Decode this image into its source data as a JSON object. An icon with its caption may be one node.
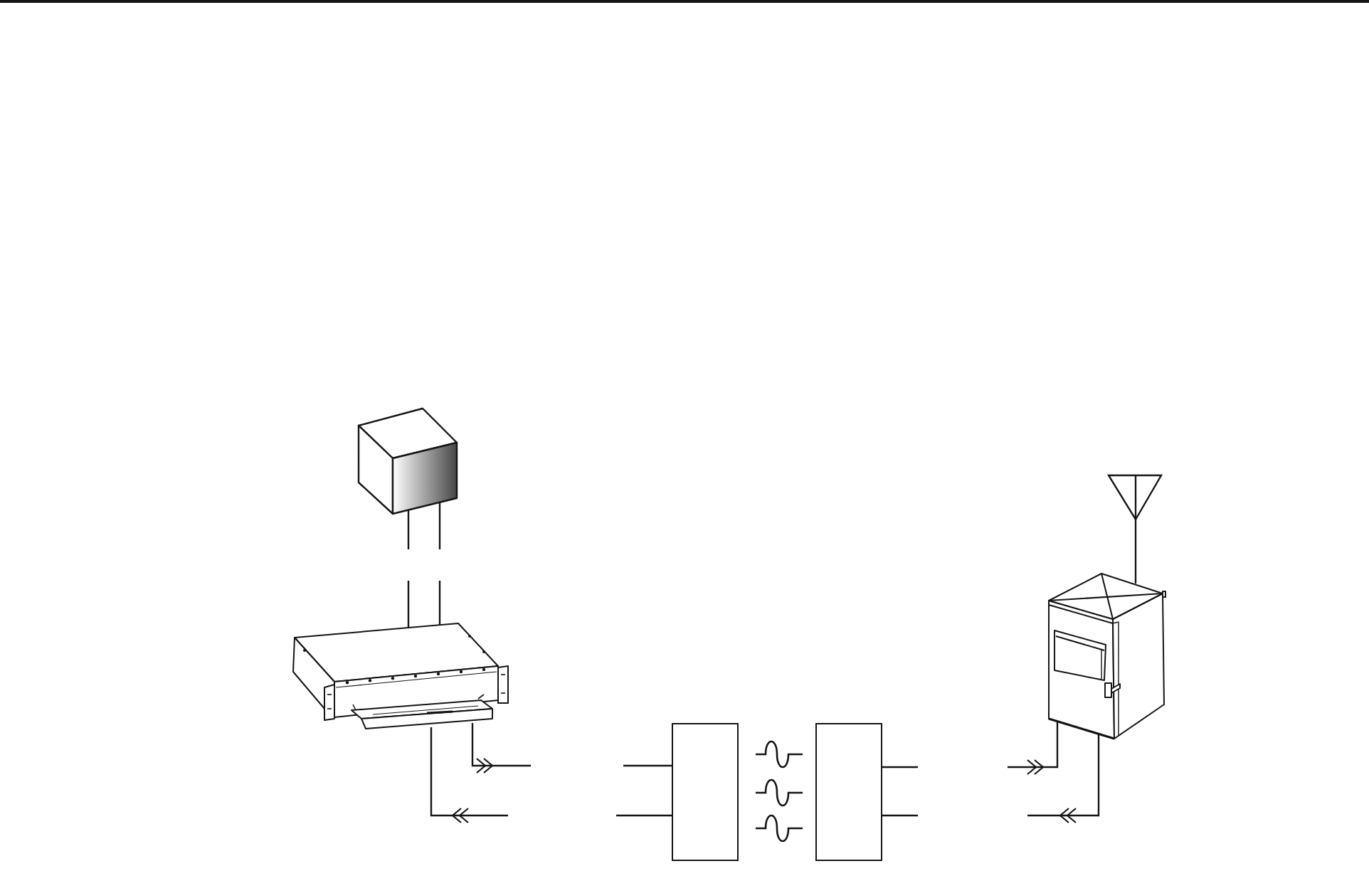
{
  "diagram": {
    "nodes": [
      {
        "text": [],
        "shape": "cube"
      },
      {
        "text": [],
        "shape": "picture"
      },
      {
        "text": [],
        "shape": "box"
      },
      {
        "text": [],
        "shape": "box"
      },
      {
        "text": [],
        "shape": "antenna"
      },
      {
        "text": [],
        "shape": "picture"
      }
    ],
    "edges": [
      {
        "from": 0,
        "to": 1,
        "arrow": "none",
        "style": "dashed"
      },
      {
        "from": 0,
        "to": 1,
        "arrow": "none",
        "style": "dashed"
      },
      {
        "from": 1,
        "to": 2,
        "arrow": "to",
        "style": "dashed"
      },
      {
        "from": 2,
        "to": 1,
        "arrow": "to",
        "style": "dashed"
      },
      {
        "from": 3,
        "to": 5,
        "arrow": "to",
        "style": "dashed"
      },
      {
        "from": 5,
        "to": 3,
        "arrow": "to",
        "style": "dashed"
      },
      {
        "from": 4,
        "to": 5,
        "arrow": "none"
      }
    ]
  }
}
